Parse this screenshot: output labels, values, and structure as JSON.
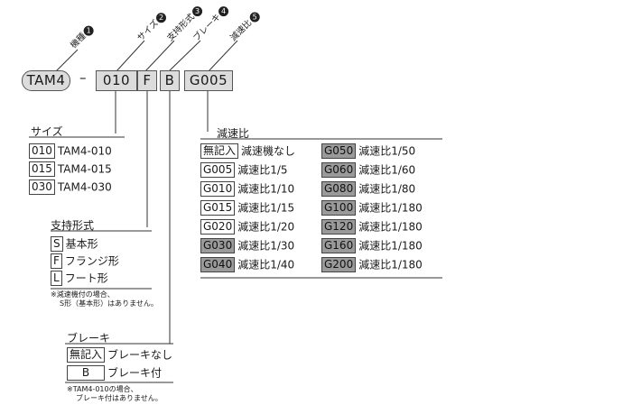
{
  "model": {
    "codes": [
      "TAM4",
      "–",
      "010",
      "F",
      "B",
      "G005"
    ]
  },
  "labels": [
    {
      "text": "機種",
      "num": "1"
    },
    {
      "text": "サイズ",
      "num": "2"
    },
    {
      "text": "支持形式",
      "num": "3"
    },
    {
      "text": "ブレーキ",
      "num": "4"
    },
    {
      "text": "減速比",
      "num": "5"
    }
  ],
  "size": {
    "title": "サイズ",
    "items": [
      {
        "code": "010",
        "desc": "TAM4-010"
      },
      {
        "code": "015",
        "desc": "TAM4-015"
      },
      {
        "code": "030",
        "desc": "TAM4-030"
      }
    ]
  },
  "support": {
    "title": "支持形式",
    "items": [
      {
        "code": "S",
        "desc": "基本形"
      },
      {
        "code": "F",
        "desc": "フランジ形"
      },
      {
        "code": "L",
        "desc": "フート形"
      }
    ],
    "note_line1": "※減速機付の場合、",
    "note_line2": "S形（基本形）はありません。"
  },
  "brake": {
    "title": "ブレーキ",
    "items": [
      {
        "code": "無記入",
        "desc": "ブレーキなし"
      },
      {
        "code": "B",
        "desc": "ブレーキ付"
      }
    ],
    "note_line1": "※TAM4-010の場合、",
    "note_line2": "ブレーキ付はありません。"
  },
  "reduction": {
    "title": "減速比",
    "left": [
      {
        "code": "無記入",
        "desc": "減速機なし"
      },
      {
        "code": "G005",
        "desc": "減速比1/5"
      },
      {
        "code": "G010",
        "desc": "減速比1/10"
      },
      {
        "code": "G015",
        "desc": "減速比1/15"
      },
      {
        "code": "G020",
        "desc": "減速比1/20"
      },
      {
        "code": "G030",
        "desc": "減速比1/30"
      },
      {
        "code": "G040",
        "desc": "減速比1/40"
      }
    ],
    "right": [
      {
        "code": "G050",
        "desc": "減速比1/50"
      },
      {
        "code": "G060",
        "desc": "減速比1/60"
      },
      {
        "code": "G080",
        "desc": "減速比1/80"
      },
      {
        "code": "G100",
        "desc": "減速比1/180"
      },
      {
        "code": "G120",
        "desc": "減速比1/180"
      },
      {
        "code": "G160",
        "desc": "減速比1/180"
      },
      {
        "code": "G200",
        "desc": "減速比1/180"
      }
    ],
    "gray_left": [
      false,
      false,
      false,
      false,
      false,
      true,
      true
    ],
    "gray_right": [
      true,
      true,
      true,
      true,
      true,
      true,
      true
    ]
  }
}
